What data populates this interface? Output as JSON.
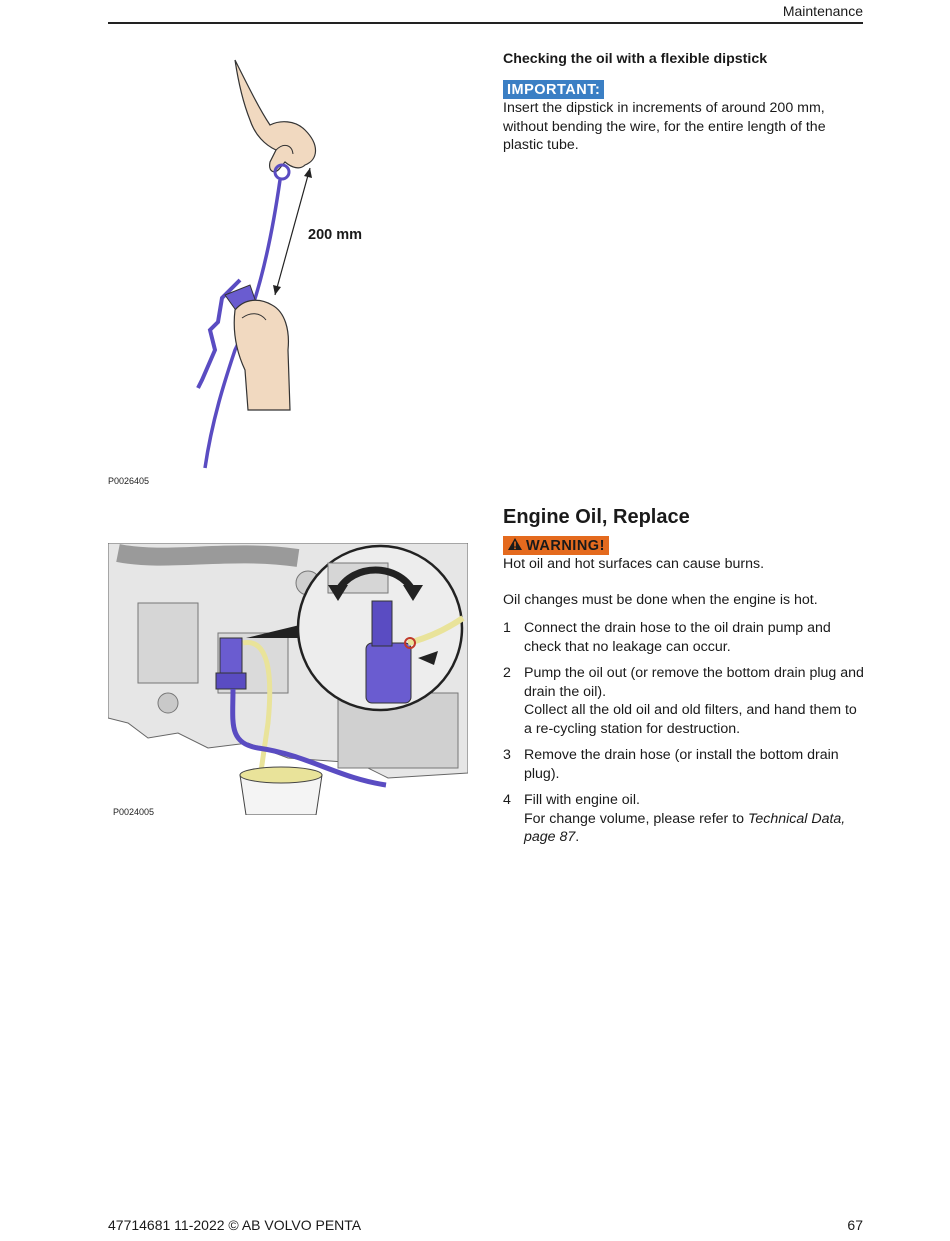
{
  "header": {
    "section": "Maintenance"
  },
  "figures": [
    {
      "id": "P0026405",
      "dimension_label": "200 mm"
    },
    {
      "id": "P0024005"
    }
  ],
  "dipstick": {
    "heading": "Checking the oil with a flexible dipstick",
    "badge": "IMPORTANT:",
    "text": "Insert the dipstick in increments of around 200 mm, without bending the wire, for the entire length of the plastic tube."
  },
  "oil_replace": {
    "heading": "Engine Oil, Replace",
    "badge": "WARNING!",
    "warning_text": "Hot oil and hot surfaces can cause burns.",
    "intro": "Oil changes must be done when the engine is hot.",
    "steps": [
      {
        "num": "1",
        "lines": [
          "Connect the drain hose to the oil drain pump and check that no leakage can occur."
        ]
      },
      {
        "num": "2",
        "lines": [
          "Pump the oil out (or remove the bottom drain plug and drain the oil).",
          "Collect all the old oil and old filters, and hand them to a re-cycling station for destruction."
        ]
      },
      {
        "num": "3",
        "lines": [
          "Remove the drain hose (or install the bottom drain plug)."
        ]
      },
      {
        "num": "4",
        "lines": [
          "Fill with engine oil."
        ],
        "ref_prefix": "For change volume, please refer to ",
        "ref_link": "Technical Data, page 87",
        "ref_suffix": "."
      }
    ]
  },
  "footer": {
    "doc": "47714681 11-2022  © AB VOLVO PENTA",
    "page": "67"
  }
}
